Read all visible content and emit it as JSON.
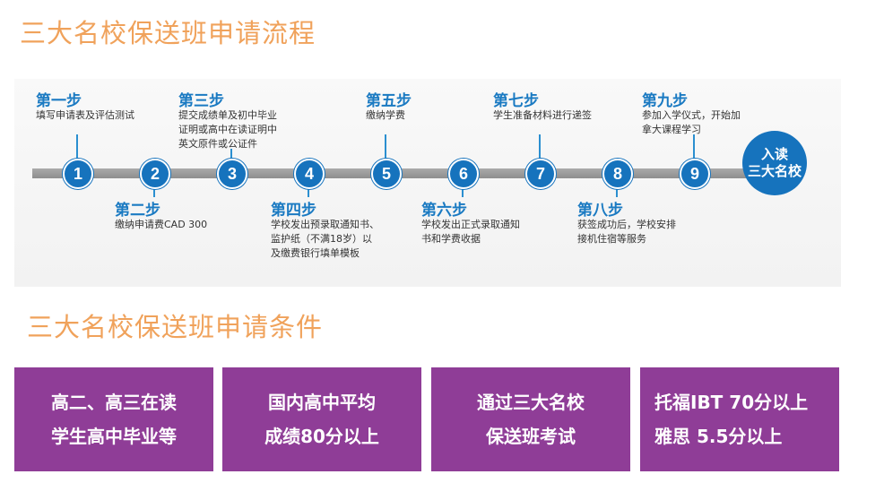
{
  "headings": {
    "process": "三大名校保送班申请流程",
    "conditions": "三大名校保送班申请条件"
  },
  "steps": [
    {
      "num": "1",
      "title": "第一步",
      "desc": "填写申请表及评估测试"
    },
    {
      "num": "2",
      "title": "第二步",
      "desc": "缴纳申请费CAD 300"
    },
    {
      "num": "3",
      "title": "第三步",
      "desc": "提交成绩单及初中毕业证明或高中在读证明中英文原件或公证件"
    },
    {
      "num": "4",
      "title": "第四步",
      "desc": "学校发出预录取通知书、监护纸（不满18岁）以及缴费银行填单模板"
    },
    {
      "num": "5",
      "title": "第五步",
      "desc": "缴纳学费"
    },
    {
      "num": "6",
      "title": "第六步",
      "desc": "学校发出正式录取通知书和学费收据"
    },
    {
      "num": "7",
      "title": "第七步",
      "desc": "学生准备材料进行递签"
    },
    {
      "num": "8",
      "title": "第八步",
      "desc": "获签成功后，学校安排接机住宿等服务"
    },
    {
      "num": "9",
      "title": "第九步",
      "desc": "参加入学仪式，开始加拿大课程学习"
    }
  ],
  "final": {
    "line1": "入读",
    "line2": "三大名校"
  },
  "conditions": [
    {
      "line1": "高二、高三在读",
      "line2": "学生高中毕业等"
    },
    {
      "line1": "国内高中平均",
      "line2": "成绩80分以上"
    },
    {
      "line1": "通过三大名校",
      "line2": "保送班考试"
    },
    {
      "line1": "托福IBT 70分以上",
      "line2": "雅思 5.5分以上"
    }
  ],
  "colors": {
    "heading": "#f0a25b",
    "accent_blue": "#1673bd",
    "purple": "#8f3d97"
  }
}
